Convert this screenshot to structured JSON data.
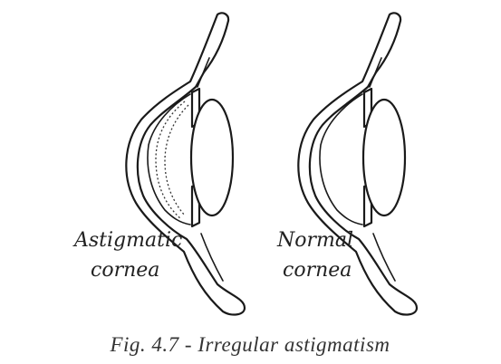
{
  "diagrams": [
    {
      "label_lines": [
        "Astigmatic",
        "cornea"
      ]
    },
    {
      "label_lines": [
        "Normal",
        "cornea"
      ]
    }
  ],
  "caption": "Fig. 4.7 - Irregular astigmatism"
}
